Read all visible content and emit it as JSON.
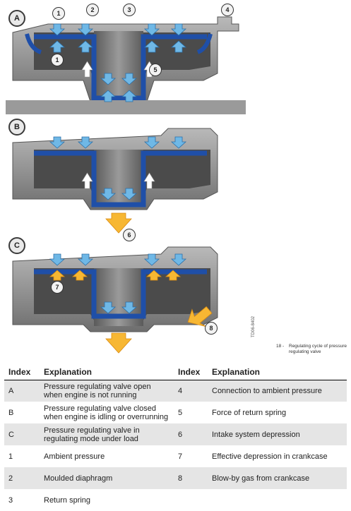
{
  "figure": {
    "panels": [
      {
        "label": "A",
        "callouts": [
          "1",
          "2",
          "3",
          "4",
          "1",
          "5"
        ]
      },
      {
        "label": "B",
        "callouts": [
          "6"
        ]
      },
      {
        "label": "C",
        "callouts": [
          "7",
          "8"
        ]
      }
    ],
    "caption_number": "18 -",
    "caption_text": "Regulating cycle of pressure regulating valve",
    "vertical_code": "TD06-8402"
  },
  "colors": {
    "diaphragm_blue": "#1f4fa8",
    "arrow_blue": "#6fb8e6",
    "arrow_orange": "#f7b733",
    "housing_gray": "#8a8a8a",
    "table_shade": "#e5e5e5"
  },
  "table": {
    "headers": [
      "Index",
      "Explanation",
      "Index",
      "Explanation"
    ],
    "rows": [
      {
        "i1": "A",
        "e1": "Pressure regulating valve open when engine is not running",
        "i2": "4",
        "e2": "Connection to ambient pressure"
      },
      {
        "i1": "B",
        "e1": "Pressure regulating valve closed when engine is idling or overrunning",
        "i2": "5",
        "e2": "Force of return spring"
      },
      {
        "i1": "C",
        "e1": "Pressure regulating valve in regulating mode under load",
        "i2": "6",
        "e2": "Intake system depression"
      },
      {
        "i1": "1",
        "e1": "Ambient pressure",
        "i2": "7",
        "e2": "Effective depression in crankcase"
      },
      {
        "i1": "2",
        "e1": "Moulded diaphragm",
        "i2": "8",
        "e2": "Blow-by gas from crankcase"
      },
      {
        "i1": "3",
        "e1": "Return spring",
        "i2": "",
        "e2": ""
      }
    ]
  }
}
